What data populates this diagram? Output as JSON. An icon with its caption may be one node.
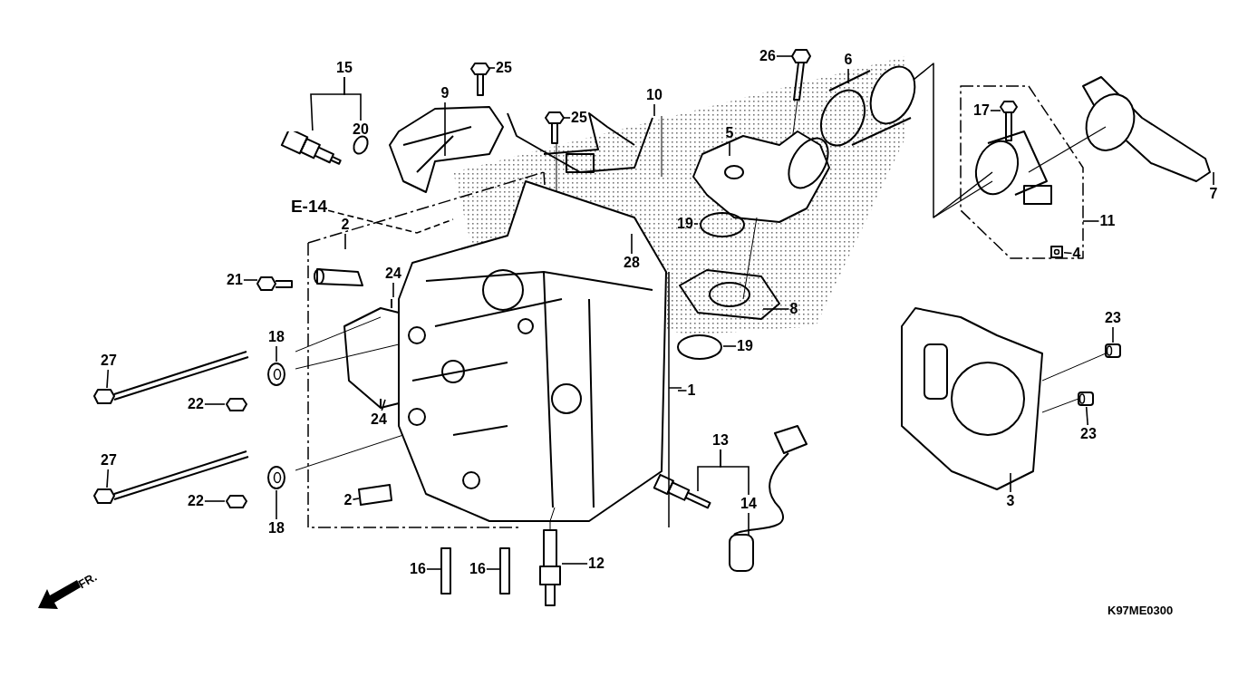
{
  "diagram": {
    "nodes": [
      {
        "text": [
          "15"
        ]
      },
      {
        "text": [
          "20"
        ]
      },
      {
        "text": [
          "9"
        ]
      },
      {
        "text": [
          "25"
        ]
      },
      {
        "text": [
          "25"
        ]
      },
      {
        "text": [
          "10"
        ]
      },
      {
        "text": [
          "26"
        ]
      },
      {
        "text": [
          "6"
        ]
      },
      {
        "text": [
          "5"
        ]
      },
      {
        "text": [
          "17"
        ]
      },
      {
        "text": [
          "7"
        ]
      },
      {
        "text": [
          "11"
        ]
      },
      {
        "text": [
          "4"
        ]
      },
      {
        "text": [
          "E-14"
        ]
      },
      {
        "text": [
          "2"
        ]
      },
      {
        "text": [
          "21"
        ]
      },
      {
        "text": [
          "24"
        ]
      },
      {
        "text": [
          "28"
        ]
      },
      {
        "text": [
          "19"
        ]
      },
      {
        "text": [
          "8"
        ]
      },
      {
        "text": [
          "19"
        ]
      },
      {
        "text": [
          "18"
        ]
      },
      {
        "text": [
          "27"
        ]
      },
      {
        "text": [
          "22"
        ]
      },
      {
        "text": [
          "1"
        ]
      },
      {
        "text": [
          "24"
        ]
      },
      {
        "text": [
          "23"
        ]
      },
      {
        "text": [
          "23"
        ]
      },
      {
        "text": [
          "13"
        ]
      },
      {
        "text": [
          "14"
        ]
      },
      {
        "text": [
          "27"
        ]
      },
      {
        "text": [
          "22"
        ]
      },
      {
        "text": [
          "18"
        ]
      },
      {
        "text": [
          "2"
        ]
      },
      {
        "text": [
          "3"
        ]
      },
      {
        "text": [
          "16"
        ]
      },
      {
        "text": [
          "16"
        ]
      },
      {
        "text": [
          "12"
        ]
      },
      {
        "text": [],
        "shape": "picture"
      },
      {
        "text": [],
        "shape": "picture"
      },
      {
        "text": [],
        "shape": "picture"
      },
      {
        "text": [],
        "shape": "picture"
      },
      {
        "text": [],
        "shape": "picture"
      },
      {
        "text": [],
        "shape": "picture"
      },
      {
        "text": [],
        "shape": "picture"
      },
      {
        "text": [],
        "shape": "picture"
      }
    ],
    "edges": [
      {
        "from": 0,
        "to": 38,
        "arrow": "none"
      },
      {
        "from": 0,
        "to": 1,
        "arrow": "none"
      },
      {
        "from": 2,
        "to": null,
        "arrow": "none"
      },
      {
        "from": 3,
        "to": null,
        "arrow": "none"
      },
      {
        "from": 4,
        "to": null,
        "arrow": "none"
      },
      {
        "from": 5,
        "to": null,
        "arrow": "none"
      },
      {
        "from": 6,
        "to": null,
        "arrow": "none"
      },
      {
        "from": 7,
        "to": null,
        "arrow": "none"
      },
      {
        "from": 8,
        "to": null,
        "arrow": "none"
      },
      {
        "from": 9,
        "to": null,
        "arrow": "none"
      },
      {
        "from": 10,
        "to": null,
        "arrow": "none"
      },
      {
        "from": 11,
        "to": null,
        "arrow": "none"
      },
      {
        "from": 12,
        "to": 39,
        "arrow": "none"
      },
      {
        "from": 13,
        "to": null,
        "arrow": "none",
        "style": "dashed"
      },
      {
        "from": 14,
        "to": null,
        "arrow": "none"
      },
      {
        "from": 15,
        "to": null,
        "arrow": "none"
      },
      {
        "from": 16,
        "to": null,
        "arrow": "none"
      },
      {
        "from": 17,
        "to": null,
        "arrow": "none"
      },
      {
        "from": 18,
        "to": null,
        "arrow": "none"
      },
      {
        "from": 19,
        "to": null,
        "arrow": "none"
      },
      {
        "from": 20,
        "to": null,
        "arrow": "none"
      },
      {
        "from": 21,
        "to": 40,
        "arrow": "none"
      },
      {
        "from": 22,
        "to": null,
        "arrow": "none"
      },
      {
        "from": 23,
        "to": 41,
        "arrow": "none"
      },
      {
        "from": 24,
        "to": null,
        "arrow": "none"
      },
      {
        "from": 25,
        "to": null,
        "arrow": "none"
      },
      {
        "from": 26,
        "to": 42,
        "arrow": "none"
      },
      {
        "from": 27,
        "to": 43,
        "arrow": "none"
      },
      {
        "from": 28,
        "to": null,
        "arrow": "none"
      },
      {
        "from": 28,
        "to": 29,
        "arrow": "none"
      },
      {
        "from": 29,
        "to": null,
        "arrow": "none"
      },
      {
        "from": 30,
        "to": null,
        "arrow": "none"
      },
      {
        "from": 31,
        "to": 44,
        "arrow": "none"
      },
      {
        "from": 32,
        "to": 45,
        "arrow": "none"
      },
      {
        "from": 33,
        "to": null,
        "arrow": "none"
      },
      {
        "from": 34,
        "to": null,
        "arrow": "none"
      },
      {
        "from": 35,
        "to": null,
        "arrow": "none"
      },
      {
        "from": 36,
        "to": null,
        "arrow": "none"
      },
      {
        "from": 37,
        "to": null,
        "arrow": "none"
      }
    ],
    "labels": [
      "FR.",
      "K97ME0300"
    ]
  }
}
